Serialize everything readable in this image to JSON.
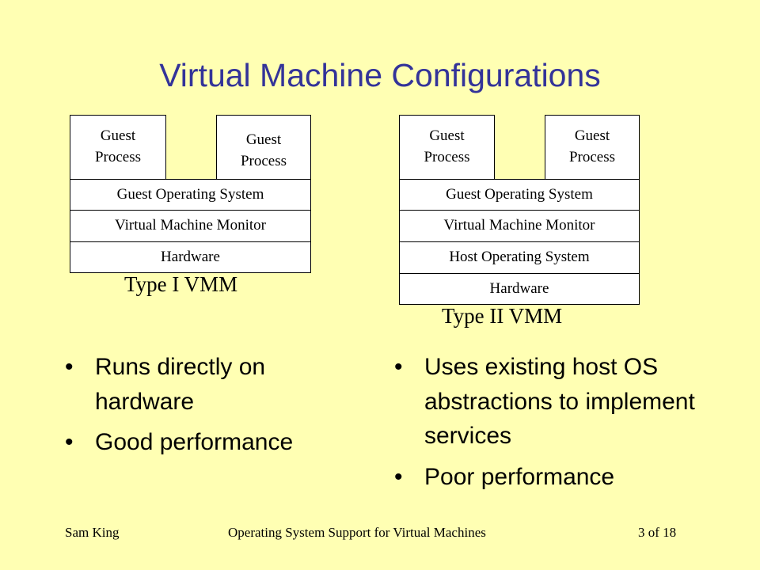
{
  "slide": {
    "title": "Virtual Machine Configurations"
  },
  "type1": {
    "guest_process_1": "Guest Process",
    "guest_process_2": "Guest Process",
    "guest_os": "Guest Operating System",
    "vmm": "Virtual Machine Monitor",
    "hardware": "Hardware",
    "label": "Type I VMM",
    "bullets": [
      "Runs directly on hardware",
      "Good performance"
    ]
  },
  "type2": {
    "guest_process_1": "Guest Process",
    "guest_process_2": "Guest Process",
    "guest_os": "Guest Operating System",
    "vmm": "Virtual Machine Monitor",
    "host_os": "Host Operating System",
    "hardware": "Hardware",
    "label": "Type II VMM",
    "bullets": [
      "Uses existing host OS abstractions to implement services",
      "Poor performance"
    ]
  },
  "footer": {
    "author": "Sam King",
    "course": "Operating System Support for Virtual Machines",
    "page": "3 of 18"
  }
}
